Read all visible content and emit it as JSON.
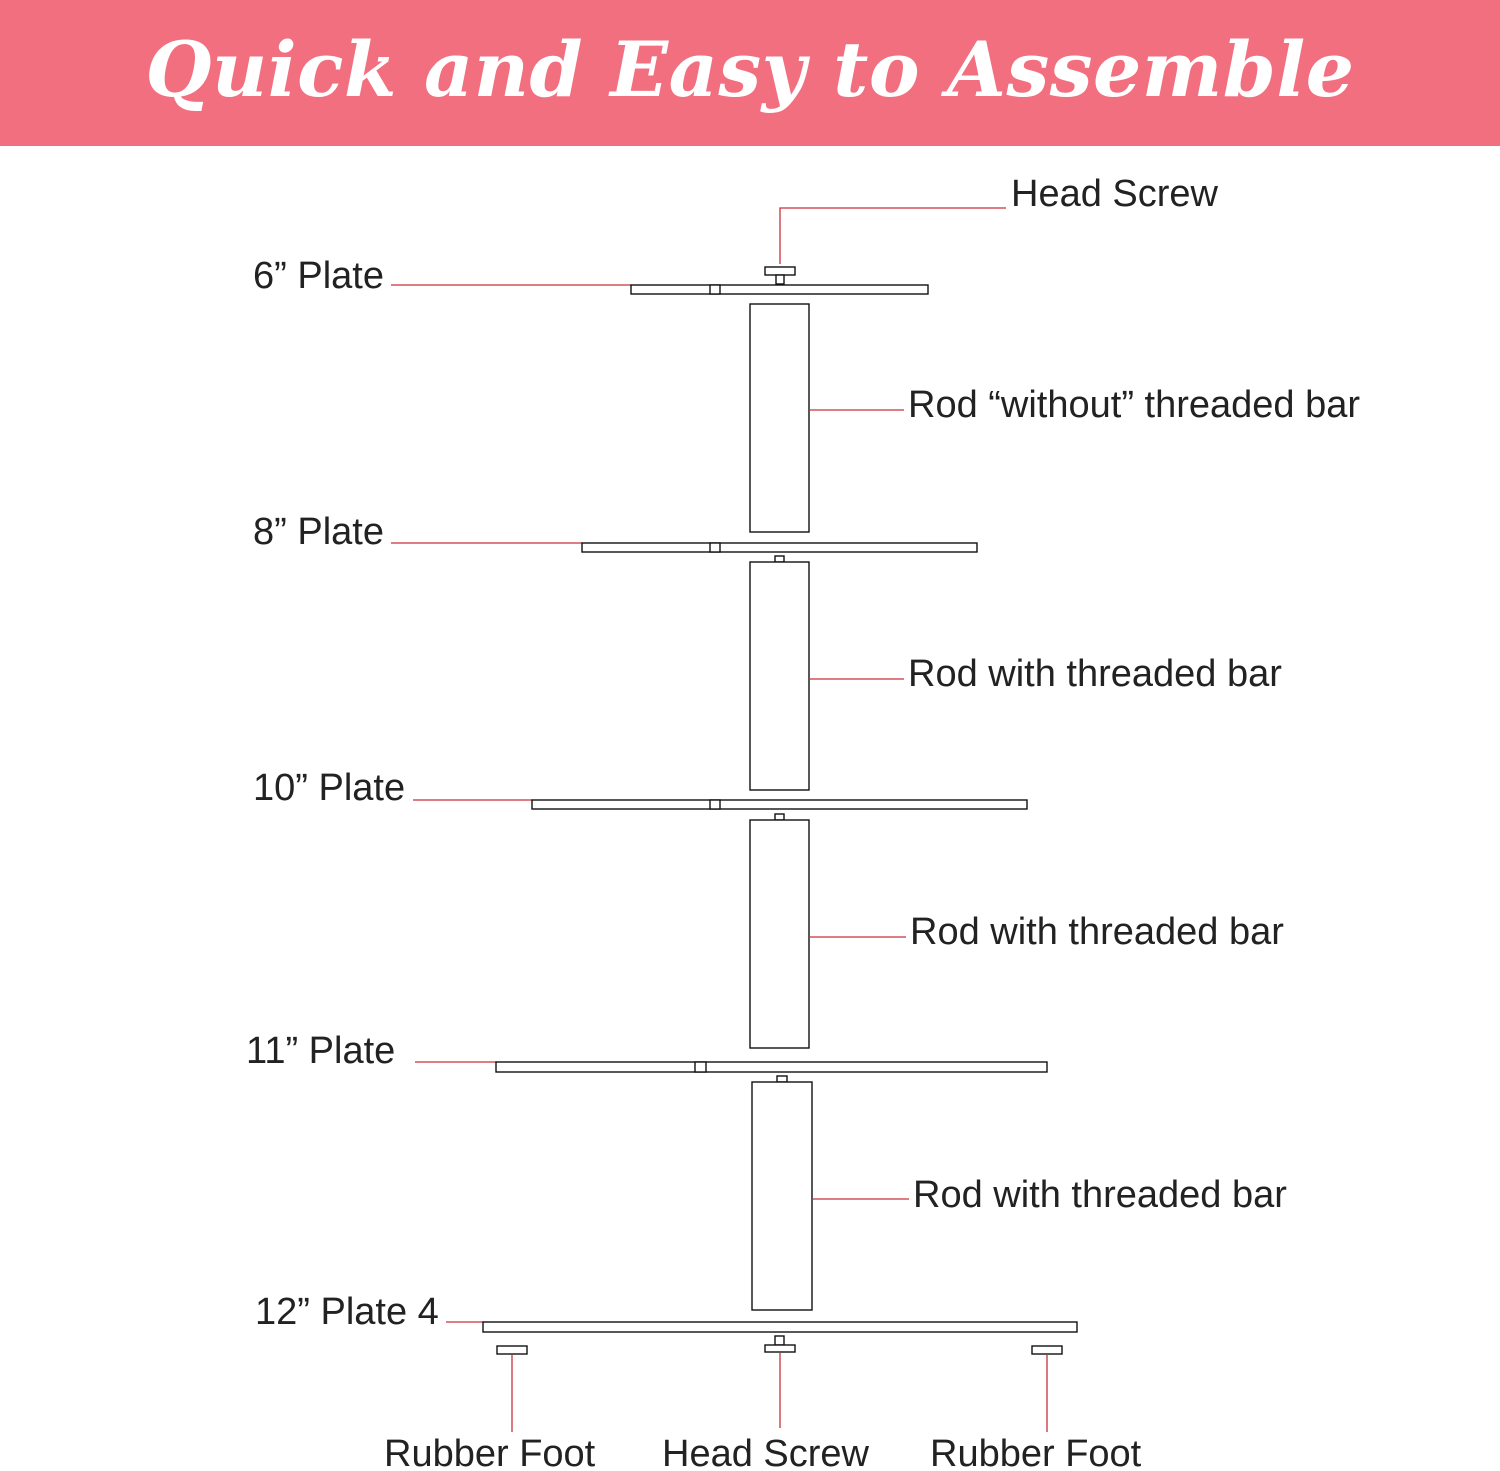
{
  "banner": {
    "title": "Quick and Easy to Assemble",
    "background_color": "#f26f7f",
    "text_color": "#ffffff"
  },
  "leader_line_color": "#c9303a",
  "outline_color": "#111111",
  "plates": [
    {
      "label": "6” Plate"
    },
    {
      "label": "8” Plate"
    },
    {
      "label": "10” Plate"
    },
    {
      "label": "11” Plate"
    },
    {
      "label": "12” Plate 4"
    }
  ],
  "rods": [
    {
      "label": "Rod “without” threaded bar"
    },
    {
      "label": "Rod with threaded bar"
    },
    {
      "label": "Rod with threaded bar"
    },
    {
      "label": "Rod with threaded bar"
    }
  ],
  "top_screw": {
    "label": "Head Screw"
  },
  "bottom_parts": [
    {
      "label": "Rubber Foot"
    },
    {
      "label": "Head Screw"
    },
    {
      "label": "Rubber Foot"
    }
  ]
}
